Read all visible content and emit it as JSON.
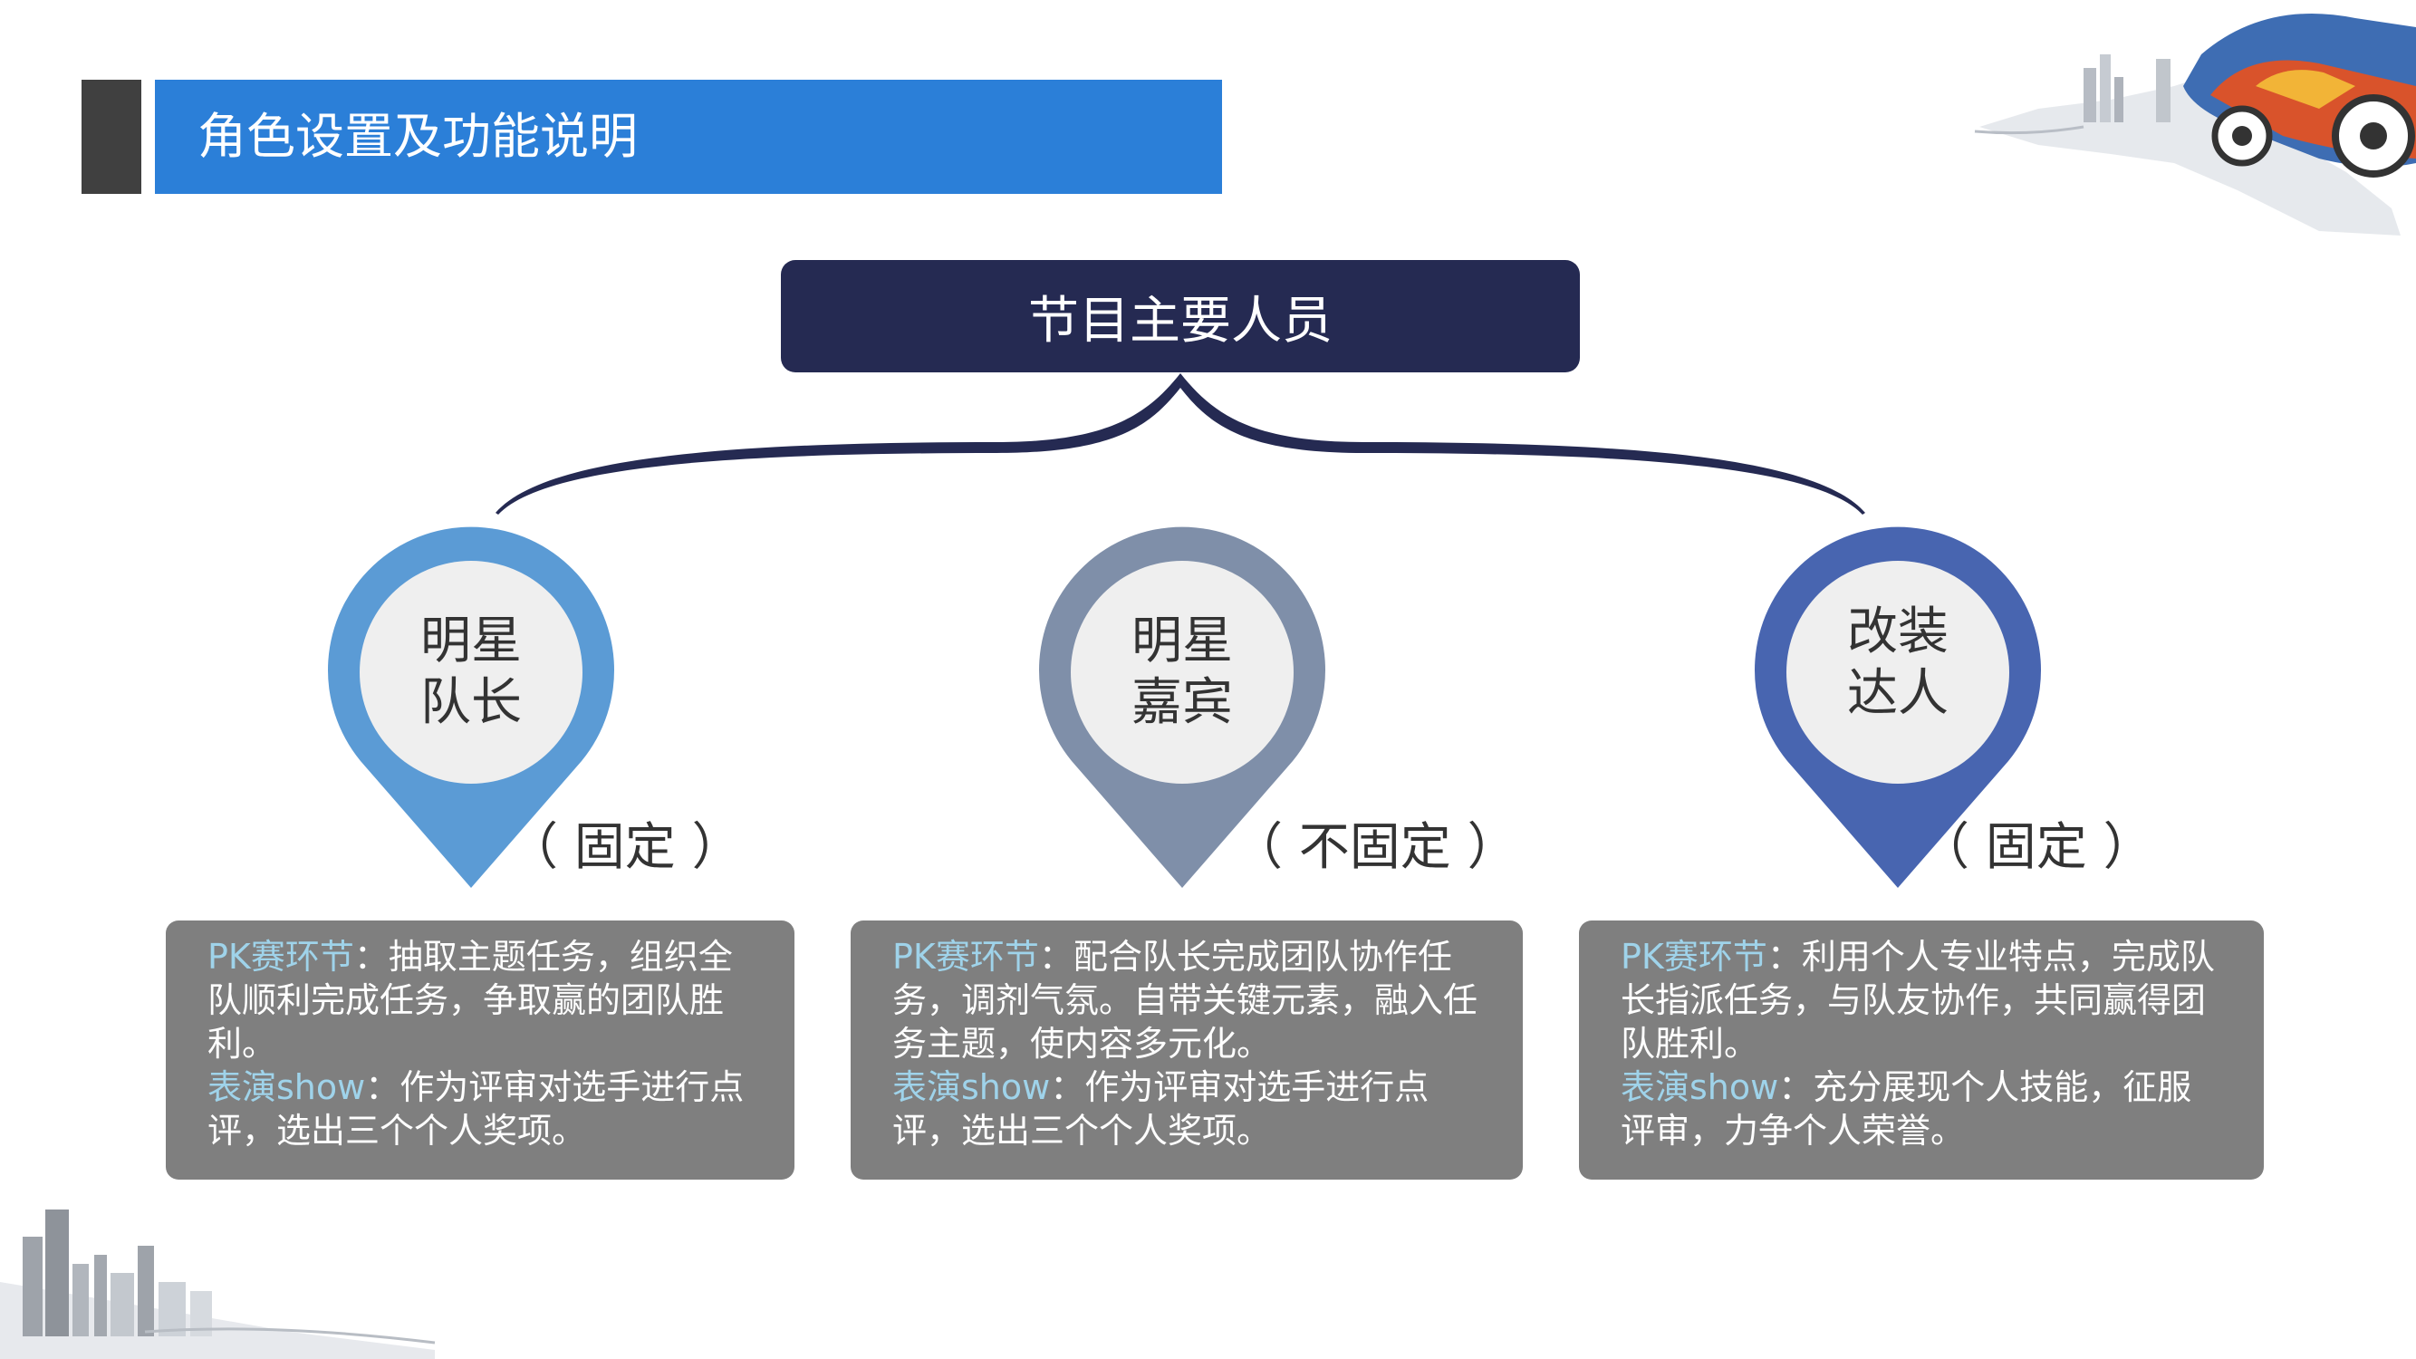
{
  "header": {
    "title": "角色设置及功能说明"
  },
  "diagram": {
    "root": "节目主要人员",
    "roles": [
      {
        "name_line1": "明星",
        "name_line2": "队长",
        "tag": "（ 固定 ）",
        "color": "#5b9bd5",
        "pk_label": "PK赛环节",
        "pk_text": "：抽取主题任务，组织全队顺利完成任务，争取赢的团队胜利。",
        "show_label": "表演show",
        "show_text": "：作为评审对选手进行点评，选出三个个人奖项。"
      },
      {
        "name_line1": "明星",
        "name_line2": "嘉宾",
        "tag": "（ 不固定 ）",
        "color": "#7f8fa9",
        "pk_label": "PK赛环节",
        "pk_text": "：配合队长完成团队协作任务，调剂气氛。自带关键元素，融入任务主题，使内容多元化。",
        "show_label": "表演show",
        "show_text": "：作为评审对选手进行点评，选出三个个人奖项。"
      },
      {
        "name_line1": "改装",
        "name_line2": "达人",
        "tag": "（ 固定 ）",
        "color": "#4865b0",
        "pk_label": "PK赛环节",
        "pk_text": "：利用个人专业特点，完成队长指派任务，与队友协作，共同赢得团队胜利。",
        "show_label": "表演show",
        "show_text": "：充分展现个人技能，征服评审，力争个人荣誉。"
      }
    ]
  },
  "colors": {
    "header_dark": "#404040",
    "header_blue": "#2b7fd8",
    "root_fill": "#252a52",
    "box_fill": "#7f7f7f",
    "highlight": "#9fd3ea"
  }
}
